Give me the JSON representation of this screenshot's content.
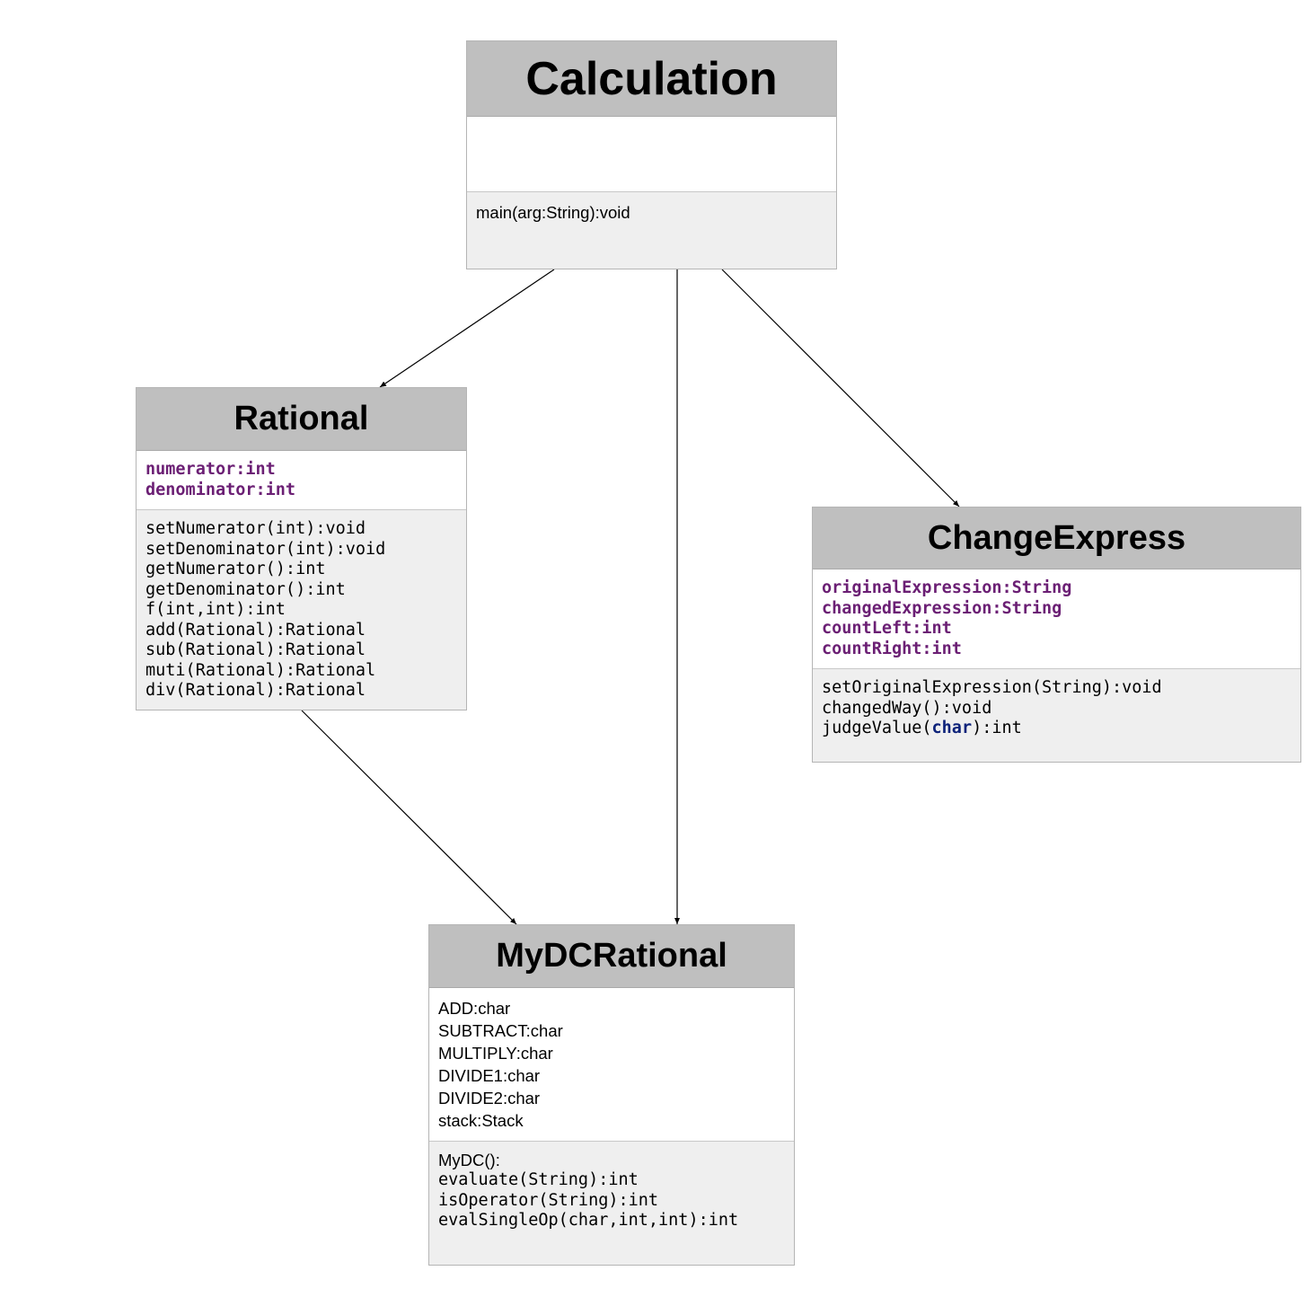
{
  "colors": {
    "field": "#6b1f74",
    "keyword": "#0e237a",
    "header": "#bfbfbf",
    "methods_bg": "#efefef"
  },
  "classes": {
    "calculation": {
      "name": "Calculation",
      "attributes": [],
      "methods": [
        "main(arg:String):void"
      ]
    },
    "rational": {
      "name": "Rational",
      "attributes": [
        "numerator:int",
        "denominator:int"
      ],
      "methods": [
        "setNumerator(int):void",
        "setDenominator(int):void",
        "getNumerator():int",
        "getDenominator():int",
        "f(int,int):int",
        "add(Rational):Rational",
        "sub(Rational):Rational",
        "muti(Rational):Rational",
        "div(Rational):Rational"
      ]
    },
    "change_express": {
      "name": "ChangeExpress",
      "attributes": [
        "originalExpression:String",
        "changedExpression:String",
        "countLeft:int",
        "countRight:int"
      ],
      "methods": [
        "setOriginalExpression(String):void",
        "changedWay():void"
      ],
      "method_judge": {
        "prefix": "judgeValue(",
        "keyword": "char",
        "suffix": "):int"
      }
    },
    "mydc_rational": {
      "name": "MyDCRational",
      "attributes": [
        "ADD:char",
        "SUBTRACT:char",
        "MULTIPLY:char",
        "DIVIDE1:char",
        "DIVIDE2:char",
        "stack:Stack"
      ],
      "constructor": "MyDC():",
      "methods": [
        "evaluate(String):int",
        "isOperator(String):int",
        "evalSingleOp(char,int,int):int"
      ]
    }
  },
  "edges": [
    {
      "from": "calculation",
      "to": "rational"
    },
    {
      "from": "calculation",
      "to": "mydc_rational"
    },
    {
      "from": "calculation",
      "to": "change_express"
    },
    {
      "from": "rational",
      "to": "mydc_rational"
    }
  ]
}
